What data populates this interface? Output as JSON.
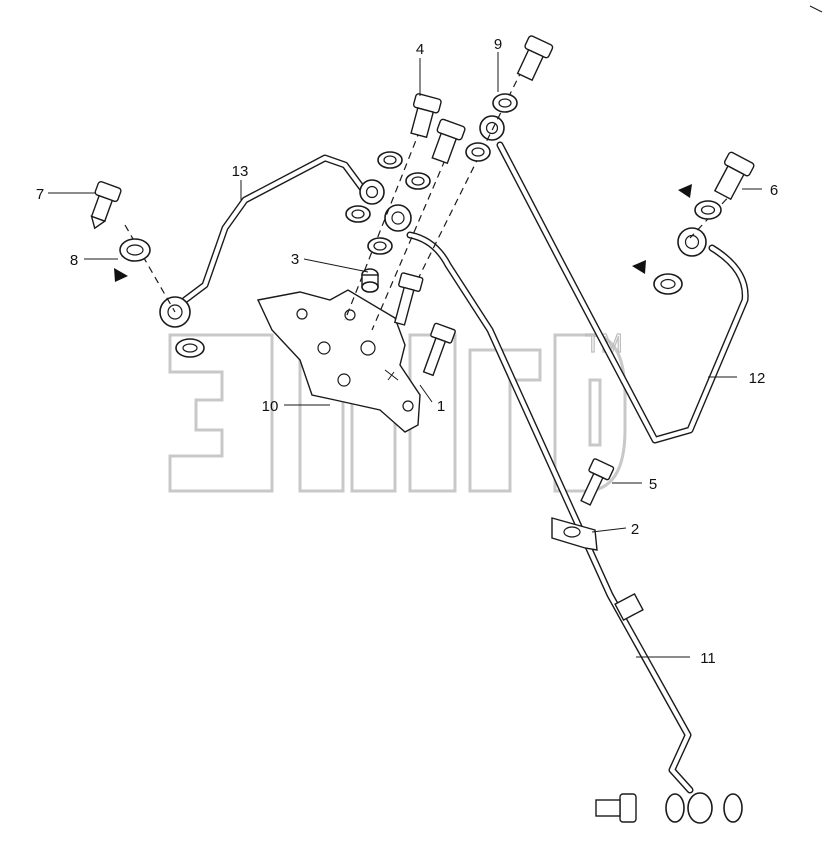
{
  "diagram": {
    "callouts": [
      {
        "key": "c1",
        "label": "1"
      },
      {
        "key": "c2",
        "label": "2"
      },
      {
        "key": "c3",
        "label": "3"
      },
      {
        "key": "c4",
        "label": "4"
      },
      {
        "key": "c5",
        "label": "5"
      },
      {
        "key": "c6",
        "label": "6"
      },
      {
        "key": "c7",
        "label": "7"
      },
      {
        "key": "c8",
        "label": "8"
      },
      {
        "key": "c9",
        "label": "9"
      },
      {
        "key": "c10",
        "label": "10"
      },
      {
        "key": "c11",
        "label": "11"
      },
      {
        "key": "c12",
        "label": "12"
      },
      {
        "key": "c13",
        "label": "13"
      }
    ],
    "watermark": {
      "text": "элгб",
      "trademark": "TM"
    },
    "colors": {
      "line": "#1a1a1a",
      "watermark": "#c8c8c8",
      "background": "#ffffff"
    }
  }
}
